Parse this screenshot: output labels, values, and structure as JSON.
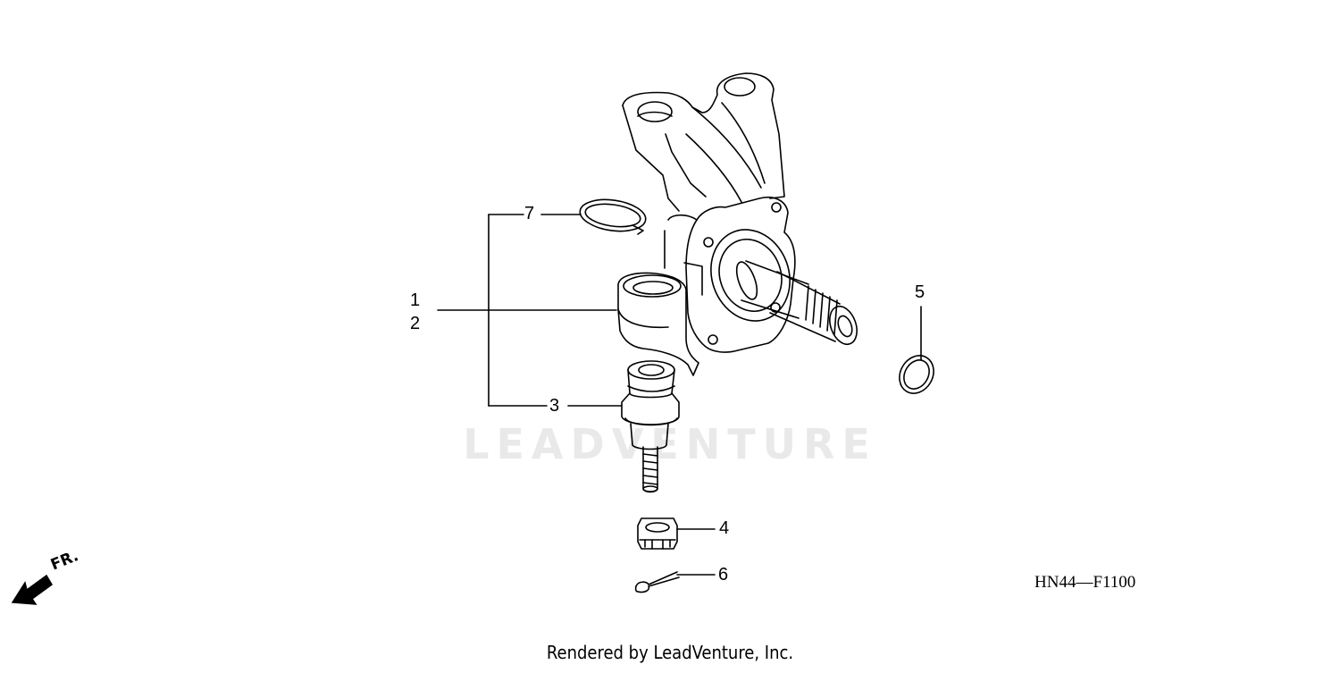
{
  "watermark": "LEADVENTURE",
  "diagram_code": "HN44—F1100",
  "footer": "Rendered by LeadVenture, Inc.",
  "direction_label": "FR.",
  "callouts": {
    "c1": "1",
    "c2": "2",
    "c3": "3",
    "c4": "4",
    "c5": "5",
    "c6": "6",
    "c7": "7"
  }
}
